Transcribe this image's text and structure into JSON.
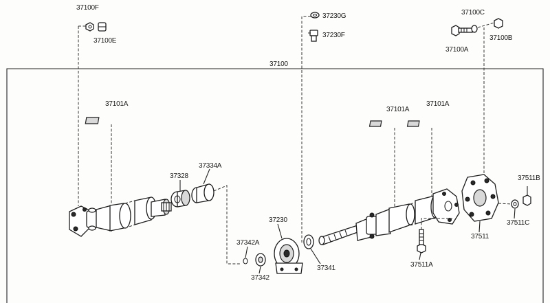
{
  "labels": {
    "p37100F": "37100F",
    "p37100E": "37100E",
    "p37230G": "37230G",
    "p37230F": "37230F",
    "p37100C": "37100C",
    "p37100A": "37100A",
    "p37100B": "37100B",
    "p37100": "37100",
    "p37101A_left": "37101A",
    "p37101A_mid": "37101A",
    "p37101A_right": "37101A",
    "p37328": "37328",
    "p37334A": "37334A",
    "p37230": "37230",
    "p37342A": "37342A",
    "p37342": "37342",
    "p37341": "37341",
    "p37511B": "37511B",
    "p37511": "37511",
    "p37511C": "37511C",
    "p37511A": "37511A"
  }
}
